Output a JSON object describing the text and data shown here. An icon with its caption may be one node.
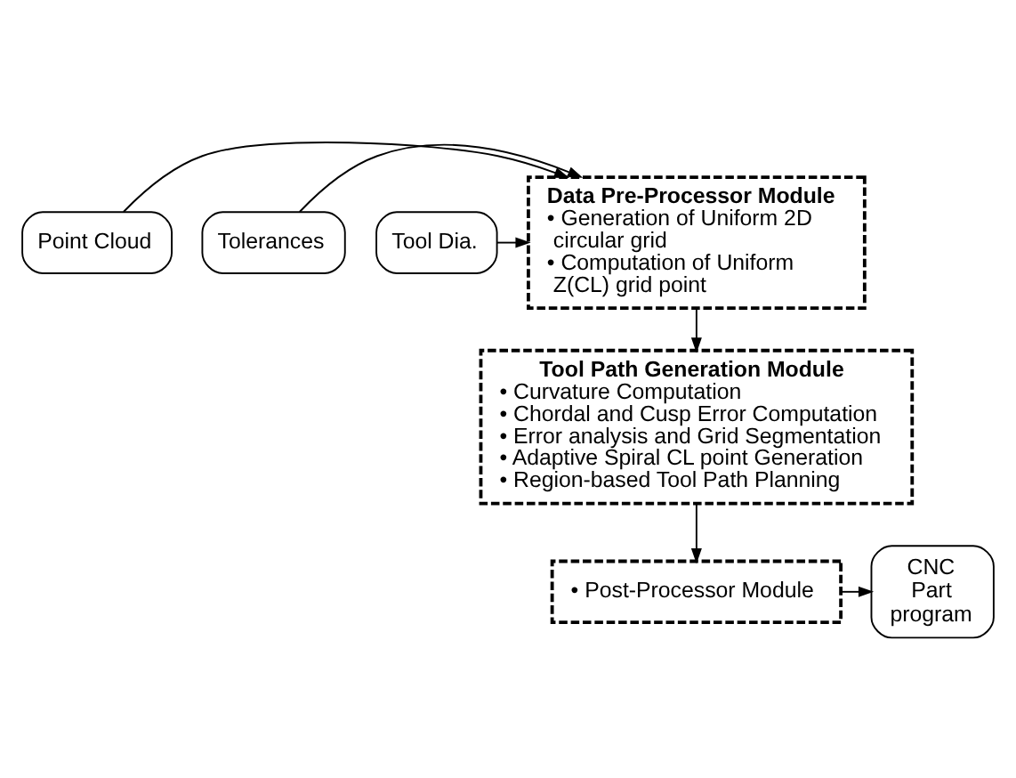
{
  "diagram": {
    "nodes": [
      {
        "text": [
          "Data Pre-Processor Module",
          "• Generation of Uniform 2D circular grid",
          "• Computation of Uniform Z(CL) grid point"
        ]
      },
      {
        "text": [
          "Point Cloud"
        ]
      },
      {
        "text": [
          "Tolerances"
        ]
      },
      {
        "text": [
          "Tool Dia."
        ]
      },
      {
        "text": [
          "Tool Path Generation Module",
          "• Curvature Computation",
          "• Chordal and Cusp Error Computation",
          "• Error analysis and Grid Segmentation",
          "• Adaptive Spiral CL point Generation",
          "• Region-based Tool Path Planning"
        ]
      },
      {
        "text": [
          "• Post-Processor Module"
        ]
      },
      {
        "text": [
          "CNC Part program"
        ]
      }
    ],
    "edges": [
      {
        "from": 1,
        "to": 0,
        "arrow": "to"
      },
      {
        "from": 2,
        "to": 0,
        "arrow": "to"
      },
      {
        "from": 3,
        "to": 0,
        "arrow": "to"
      },
      {
        "from": 0,
        "to": 4,
        "arrow": "to"
      },
      {
        "from": 4,
        "to": 5,
        "arrow": "to"
      },
      {
        "from": 5,
        "to": 6,
        "arrow": "to"
      }
    ]
  }
}
